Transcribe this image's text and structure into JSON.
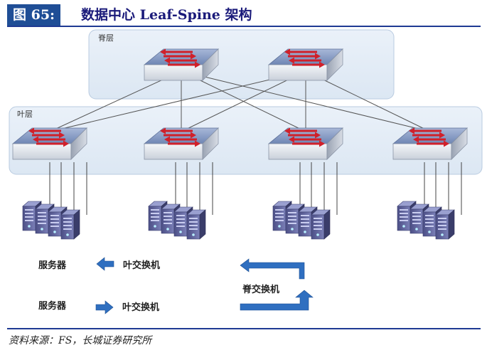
{
  "header": {
    "figure_label": "图 65:",
    "title": "数据中心 Leaf-Spine 架构"
  },
  "diagram": {
    "spine_label": "脊层",
    "leaf_label": "叶层",
    "colors": {
      "panel_fill": "#e3ecf6",
      "panel_stroke": "#b9cbe0",
      "switch_top": "#8fa3c8",
      "switch_front": "#e9edf3",
      "arrow_red": "#d0202a",
      "legend_arrow": "#2f6fc0",
      "server": "#5a5f9c"
    }
  },
  "legend": {
    "row1": {
      "left_text": "服务器",
      "right_text": "叶交换机"
    },
    "row2": {
      "left_text": "服务器",
      "right_text": "叶交换机"
    },
    "spine_text": "脊交换机"
  },
  "footer": {
    "source": "资料来源：FS，长城证券研究所"
  }
}
